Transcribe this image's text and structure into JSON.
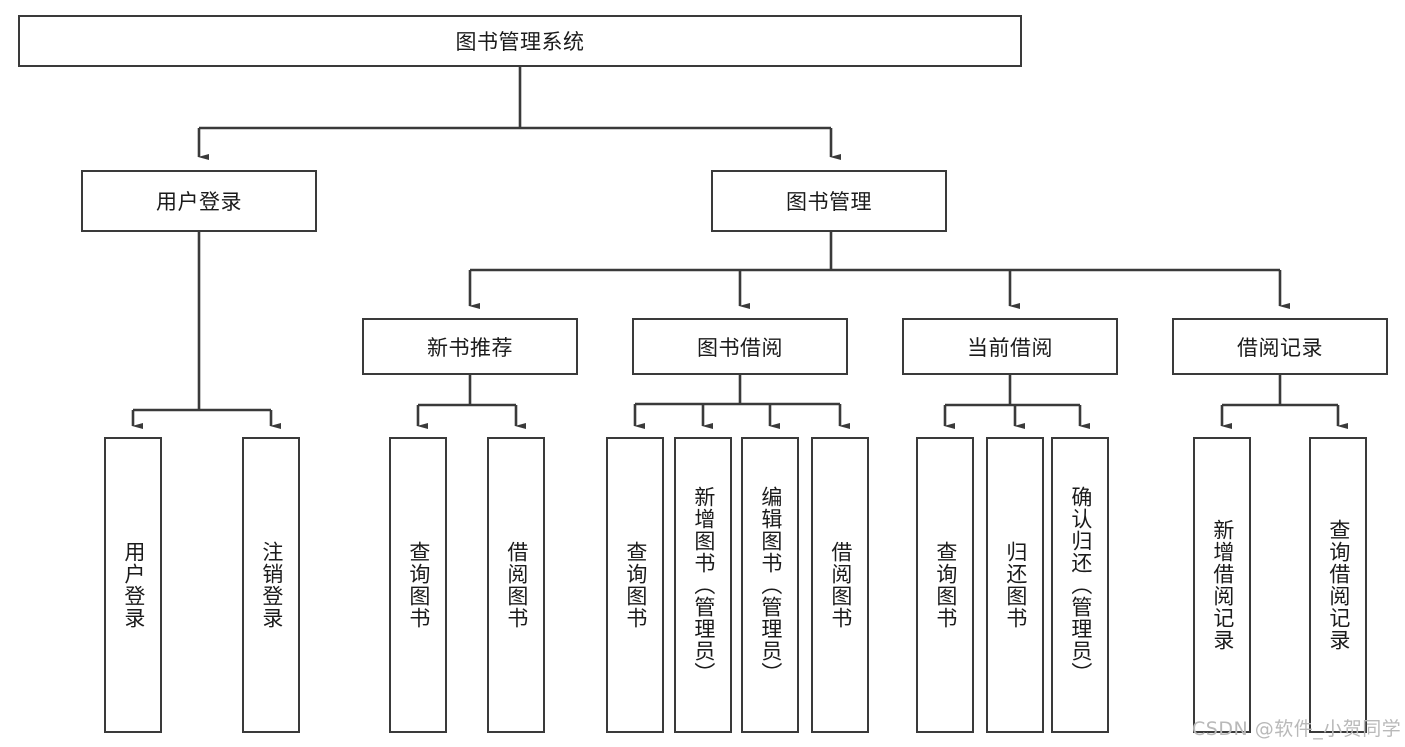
{
  "diagram": {
    "title": "图书管理系统",
    "type": "tree-hierarchy-diagram",
    "root": {
      "label": "图书管理系统"
    },
    "level1": [
      {
        "label": "用户登录"
      },
      {
        "label": "图书管理"
      }
    ],
    "level2": [
      {
        "label": "新书推荐"
      },
      {
        "label": "图书借阅"
      },
      {
        "label": "当前借阅"
      },
      {
        "label": "借阅记录"
      }
    ],
    "leaves_user_login": [
      {
        "label": "用户登录"
      },
      {
        "label": "注销登录"
      }
    ],
    "leaves_new_book": [
      {
        "label": "查询图书"
      },
      {
        "label": "借阅图书"
      }
    ],
    "leaves_borrow": [
      {
        "label": "查询图书"
      },
      {
        "label": "新增图书（管理员）"
      },
      {
        "label": "编辑图书（管理员）"
      },
      {
        "label": "借阅图书"
      }
    ],
    "leaves_current": [
      {
        "label": "查询图书"
      },
      {
        "label": "归还图书"
      },
      {
        "label": "确认归还（管理员）"
      }
    ],
    "leaves_records": [
      {
        "label": "新增借阅记录"
      },
      {
        "label": "查询借阅记录"
      }
    ]
  },
  "watermark": {
    "text": "CSDN @软件_小贺同学"
  },
  "colors": {
    "stroke": "#3a3a3a",
    "box_fill": "#ffffff",
    "text": "#1b1b1b",
    "watermark": "#b9b9b9",
    "background": "#ffffff"
  }
}
